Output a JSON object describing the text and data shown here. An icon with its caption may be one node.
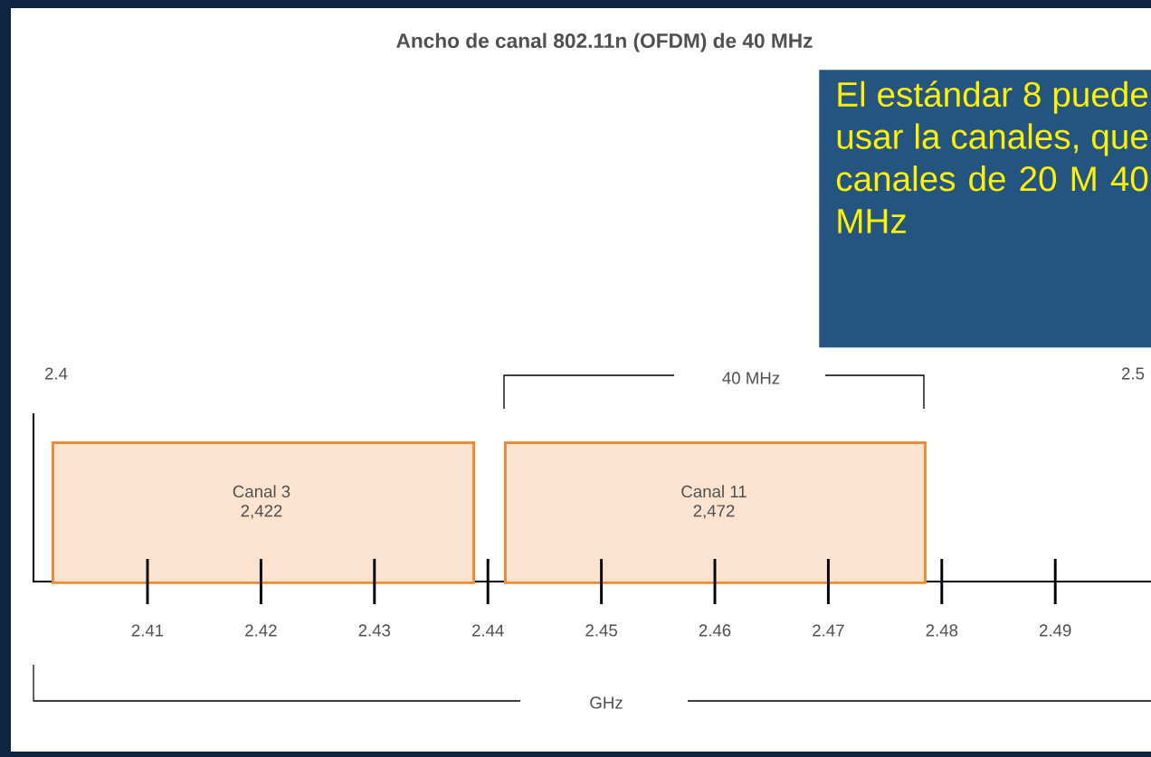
{
  "diagram": {
    "title": "Ancho de canal 802.11n (OFDM) de 40 MHz",
    "nodes": [
      {
        "text": [
          "El estándar 8 puede usar la canales, que canales de 20 M 40 MHz"
        ]
      },
      {
        "text": [
          "Canal 3",
          "2,422"
        ]
      },
      {
        "text": [
          "Canal 11",
          "2,472"
        ]
      }
    ],
    "labels": [
      "2.4",
      "40 MHz",
      "2.5",
      "2.41",
      "2.42",
      "2.43",
      "2.44",
      "2.45",
      "2.46",
      "2.47",
      "2.48",
      "2.49",
      "GHz"
    ]
  }
}
